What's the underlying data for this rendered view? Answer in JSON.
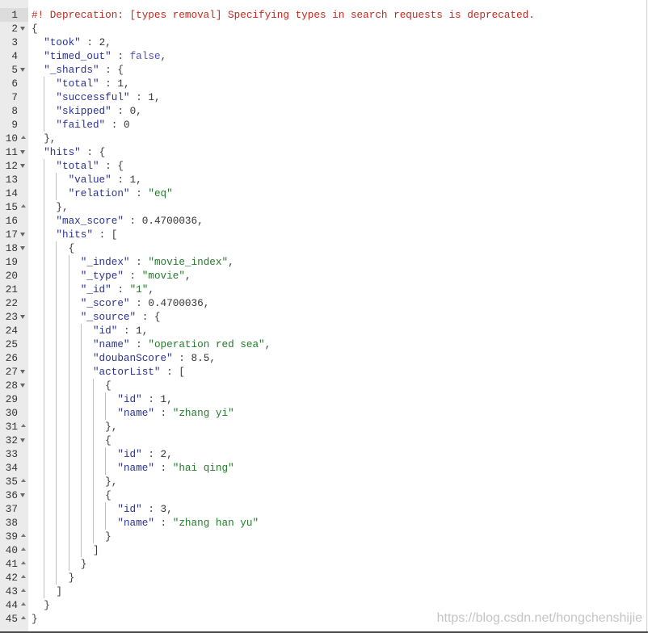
{
  "editor": {
    "active_line": 1,
    "lines": [
      {
        "num": 1,
        "text": "#! Deprecation: [types removal] Specifying types in search requests is deprecated.",
        "fold_icon": null
      },
      {
        "num": 2,
        "text": "{",
        "fold_icon": "fold-open-icon"
      },
      {
        "num": 3,
        "text": "  \"took\" : 2,",
        "fold_icon": null
      },
      {
        "num": 4,
        "text": "  \"timed_out\" : false,",
        "fold_icon": null
      },
      {
        "num": 5,
        "text": "  \"_shards\" : {",
        "fold_icon": "fold-open-icon"
      },
      {
        "num": 6,
        "text": "    \"total\" : 1,",
        "fold_icon": null
      },
      {
        "num": 7,
        "text": "    \"successful\" : 1,",
        "fold_icon": null
      },
      {
        "num": 8,
        "text": "    \"skipped\" : 0,",
        "fold_icon": null
      },
      {
        "num": 9,
        "text": "    \"failed\" : 0",
        "fold_icon": null
      },
      {
        "num": 10,
        "text": "  },",
        "fold_icon": "fold-close-icon"
      },
      {
        "num": 11,
        "text": "  \"hits\" : {",
        "fold_icon": "fold-open-icon"
      },
      {
        "num": 12,
        "text": "    \"total\" : {",
        "fold_icon": "fold-open-icon"
      },
      {
        "num": 13,
        "text": "      \"value\" : 1,",
        "fold_icon": null
      },
      {
        "num": 14,
        "text": "      \"relation\" : \"eq\"",
        "fold_icon": null
      },
      {
        "num": 15,
        "text": "    },",
        "fold_icon": "fold-close-icon"
      },
      {
        "num": 16,
        "text": "    \"max_score\" : 0.4700036,",
        "fold_icon": null
      },
      {
        "num": 17,
        "text": "    \"hits\" : [",
        "fold_icon": "fold-open-icon"
      },
      {
        "num": 18,
        "text": "      {",
        "fold_icon": "fold-open-icon"
      },
      {
        "num": 19,
        "text": "        \"_index\" : \"movie_index\",",
        "fold_icon": null
      },
      {
        "num": 20,
        "text": "        \"_type\" : \"movie\",",
        "fold_icon": null
      },
      {
        "num": 21,
        "text": "        \"_id\" : \"1\",",
        "fold_icon": null
      },
      {
        "num": 22,
        "text": "        \"_score\" : 0.4700036,",
        "fold_icon": null
      },
      {
        "num": 23,
        "text": "        \"_source\" : {",
        "fold_icon": "fold-open-icon"
      },
      {
        "num": 24,
        "text": "          \"id\" : 1,",
        "fold_icon": null
      },
      {
        "num": 25,
        "text": "          \"name\" : \"operation red sea\",",
        "fold_icon": null
      },
      {
        "num": 26,
        "text": "          \"doubanScore\" : 8.5,",
        "fold_icon": null
      },
      {
        "num": 27,
        "text": "          \"actorList\" : [",
        "fold_icon": "fold-open-icon"
      },
      {
        "num": 28,
        "text": "            {",
        "fold_icon": "fold-open-icon"
      },
      {
        "num": 29,
        "text": "              \"id\" : 1,",
        "fold_icon": null
      },
      {
        "num": 30,
        "text": "              \"name\" : \"zhang yi\"",
        "fold_icon": null
      },
      {
        "num": 31,
        "text": "            },",
        "fold_icon": "fold-close-icon"
      },
      {
        "num": 32,
        "text": "            {",
        "fold_icon": "fold-open-icon"
      },
      {
        "num": 33,
        "text": "              \"id\" : 2,",
        "fold_icon": null
      },
      {
        "num": 34,
        "text": "              \"name\" : \"hai qing\"",
        "fold_icon": null
      },
      {
        "num": 35,
        "text": "            },",
        "fold_icon": "fold-close-icon"
      },
      {
        "num": 36,
        "text": "            {",
        "fold_icon": "fold-open-icon"
      },
      {
        "num": 37,
        "text": "              \"id\" : 3,",
        "fold_icon": null
      },
      {
        "num": 38,
        "text": "              \"name\" : \"zhang han yu\"",
        "fold_icon": null
      },
      {
        "num": 39,
        "text": "            }",
        "fold_icon": "fold-close-icon"
      },
      {
        "num": 40,
        "text": "          ]",
        "fold_icon": "fold-close-icon"
      },
      {
        "num": 41,
        "text": "        }",
        "fold_icon": "fold-close-icon"
      },
      {
        "num": 42,
        "text": "      }",
        "fold_icon": "fold-close-icon"
      },
      {
        "num": 43,
        "text": "    ]",
        "fold_icon": "fold-close-icon"
      },
      {
        "num": 44,
        "text": "  }",
        "fold_icon": "fold-close-icon"
      },
      {
        "num": 45,
        "text": "}",
        "fold_icon": "fold-close-icon"
      }
    ]
  },
  "theme": {
    "comment": "#c5281c",
    "key": "#2a3291",
    "string": "#237a2b",
    "number": "#333333",
    "boolean": "#5050c0",
    "punctuation": "#3b3b3b",
    "gutter_bg": "#ebebeb",
    "active_gutter_bg": "#dcdcdc",
    "indent_guide": "#c0c0c0"
  },
  "watermark": "https://blog.csdn.net/hongchenshijie"
}
